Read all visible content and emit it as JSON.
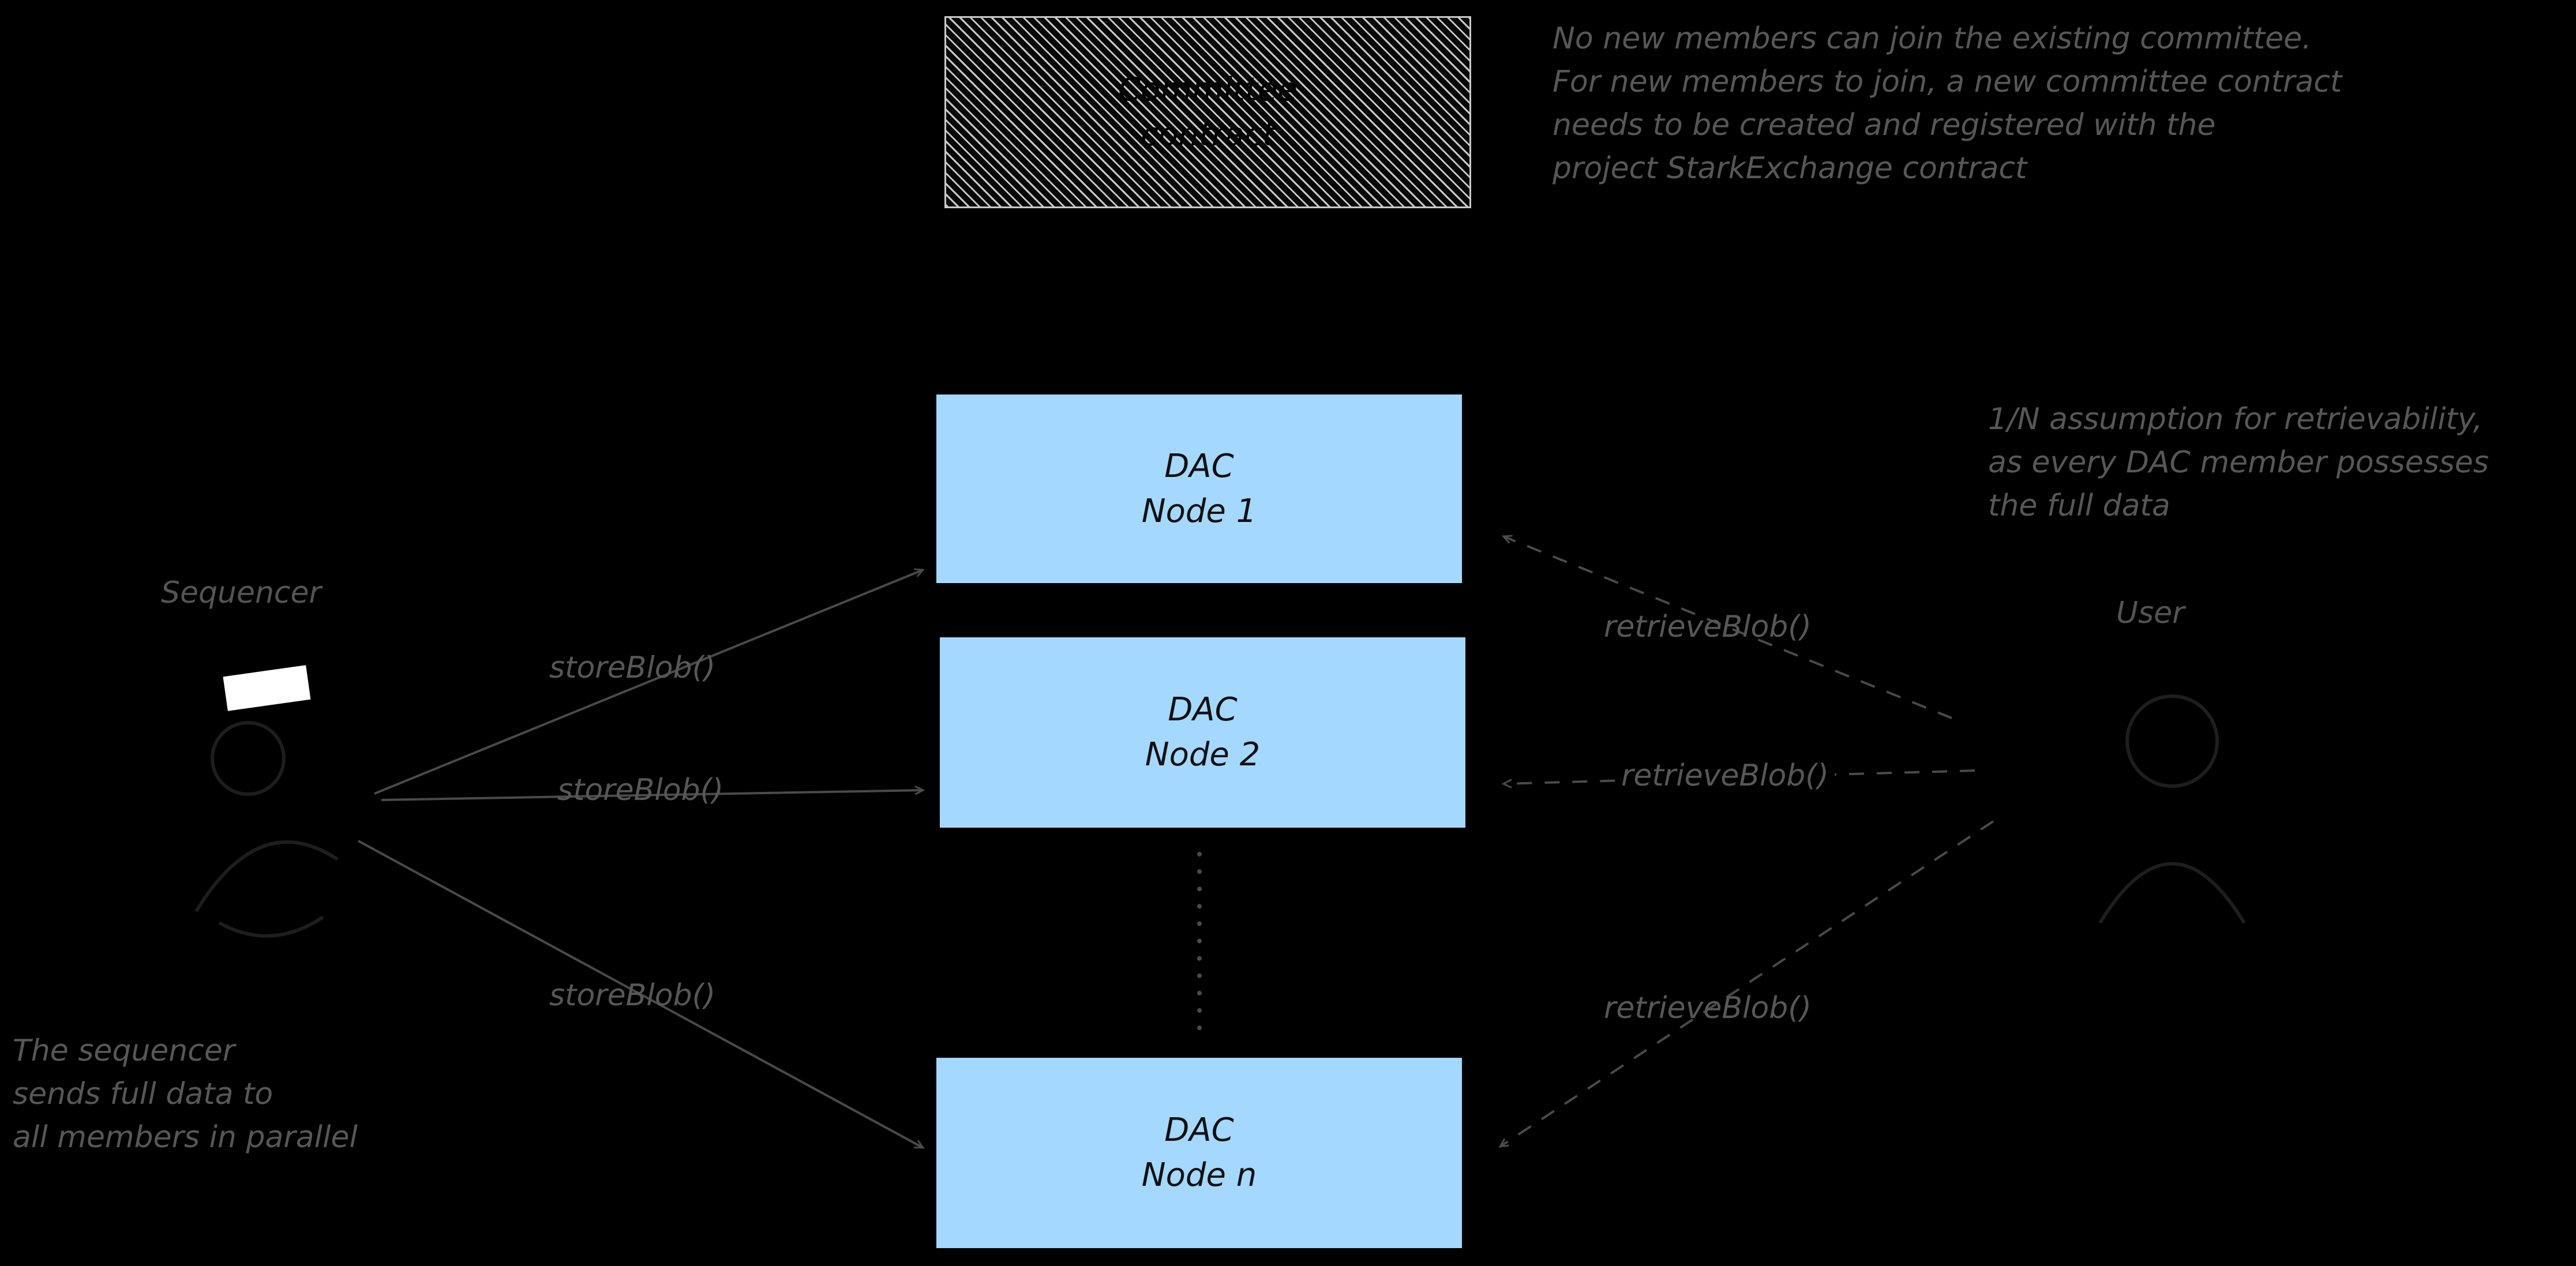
{
  "committee_box": {
    "line1": "Committee",
    "line2": "contract"
  },
  "nodes": [
    {
      "line1": "DAC",
      "line2": "Node 1"
    },
    {
      "line1": "DAC",
      "line2": "Node 2"
    },
    {
      "line1": "DAC",
      "line2": "Node n"
    }
  ],
  "actors": {
    "sequencer": "Sequencer",
    "user": "User"
  },
  "edge_labels": {
    "store": "storeBlob()",
    "retrieve": "retrieveBlob()"
  },
  "notes": {
    "top_right": [
      "No new members can join the existing committee.",
      "For new members to join, a new committee contract",
      "needs to be created and registered with the",
      "project StarkExchange contract"
    ],
    "retrievability": [
      "1/N assumption for retrievability,",
      "as every DAC member possesses",
      "the full data"
    ],
    "sequencer_note": [
      "The sequencer",
      "sends full data to",
      "all members in parallel"
    ]
  },
  "colors": {
    "background": "#000000",
    "node_fill": "#a5d8ff",
    "node_text": "#111111",
    "note_text": "#575757",
    "connector": "#4a4a4a",
    "hatch": "#c9c9c9"
  }
}
